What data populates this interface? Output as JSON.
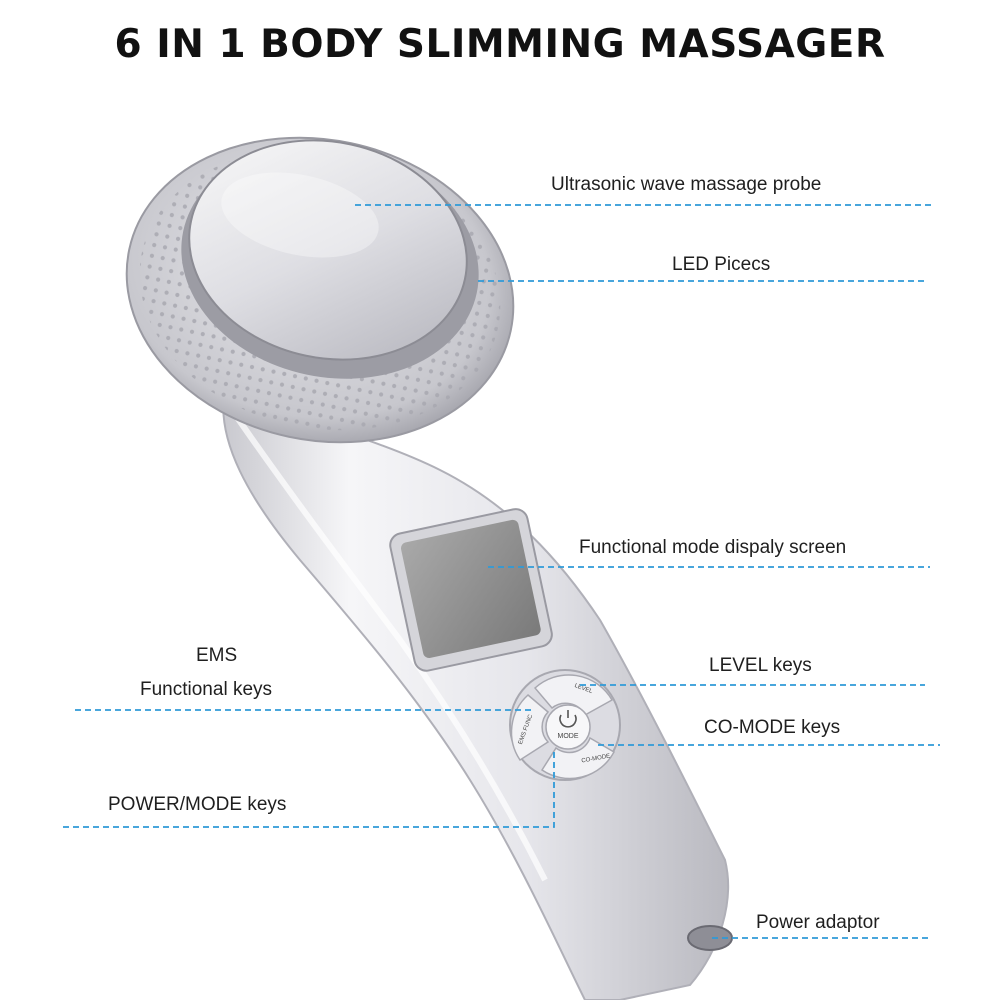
{
  "title": "6 IN 1 BODY SLIMMING MASSAGER",
  "colors": {
    "leader_line": "#2f9ad8",
    "device_body": "#e9e9ee",
    "probe": "#d6d6dc"
  },
  "labels": {
    "probe": "Ultrasonic wave massage probe",
    "led": "LED Picecs",
    "screen": "Functional mode dispaly screen",
    "ems_line1": "EMS",
    "ems_line2": "Functional keys",
    "level": "LEVEL keys",
    "comode": "CO-MODE keys",
    "power_mode": "POWER/MODE keys",
    "power_adaptor": "Power adaptor"
  },
  "device_buttons": {
    "level": "LEVEL",
    "ems_func": "EMS FUNC",
    "mode": "MODE",
    "co_mode": "CO-MODE"
  },
  "icons": [
    "power-icon"
  ]
}
